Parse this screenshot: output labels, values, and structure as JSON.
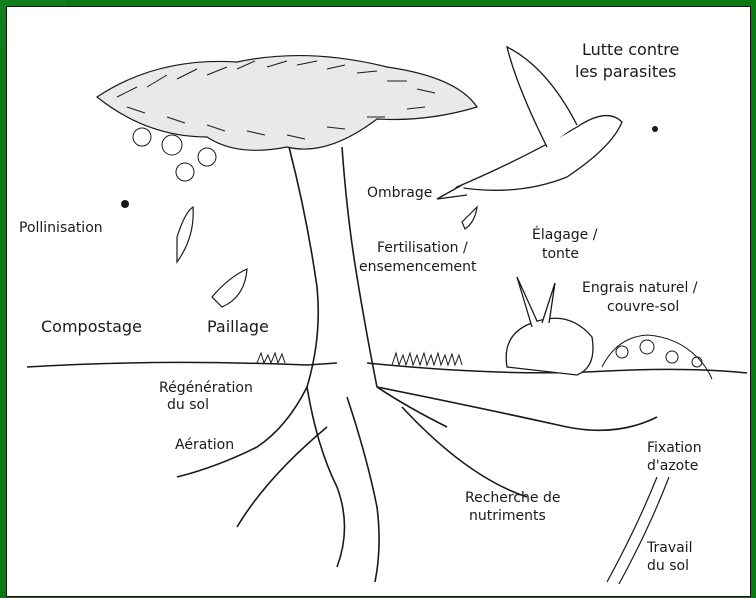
{
  "labels": {
    "lutte": [
      "Lutte contre",
      "les parasites"
    ],
    "pollinisation": "Pollinisation",
    "ombrage": "Ombrage",
    "fertilisation": [
      "Fertilisation /",
      "ensemencement"
    ],
    "elagage": [
      "Élagage /",
      "tonte"
    ],
    "engrais": [
      "Engrais naturel /",
      "couvre-sol"
    ],
    "compostage": "Compostage",
    "paillage": "Paillage",
    "regeneration": [
      "Régénération",
      "du sol"
    ],
    "aeration": "Aération",
    "fixation": [
      "Fixation",
      "d'azote"
    ],
    "recherche": [
      "Recherche de",
      "nutriments"
    ],
    "travail": [
      "Travail",
      "du sol"
    ]
  },
  "colors": {
    "frame": "#0b7a12",
    "ink": "#1a1a1a",
    "paper": "#ffffff"
  }
}
